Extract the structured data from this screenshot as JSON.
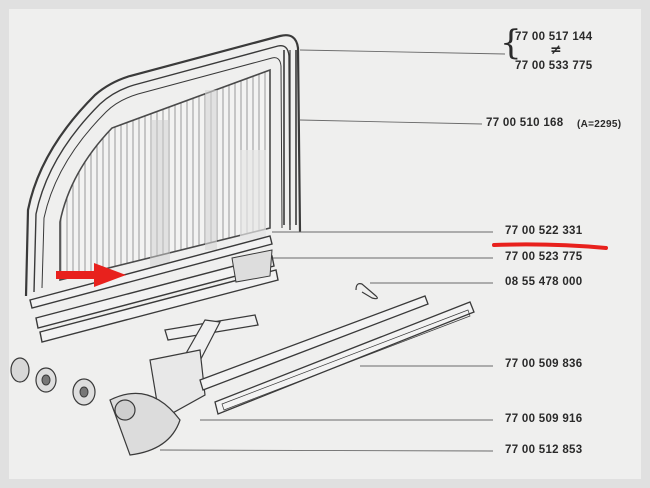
{
  "parts": {
    "p1a": "77 00 517 144",
    "neq": "≠",
    "p1b": "77 00 533 775",
    "p2": "77 00 510 168",
    "p2_note": "(A=2295)",
    "p3": "77 00 522 331",
    "p4": "77 00 523 775",
    "p5": "08 55 478 000",
    "p6": "77 00 509 836",
    "p7": "77 00 509 916",
    "p8": "77 00 512 853"
  },
  "colors": {
    "highlight": "#e8211d",
    "ink": "#3a3a3a"
  },
  "icons": {
    "arrow": "red-arrow-icon",
    "underline": "red-underline-mark"
  }
}
